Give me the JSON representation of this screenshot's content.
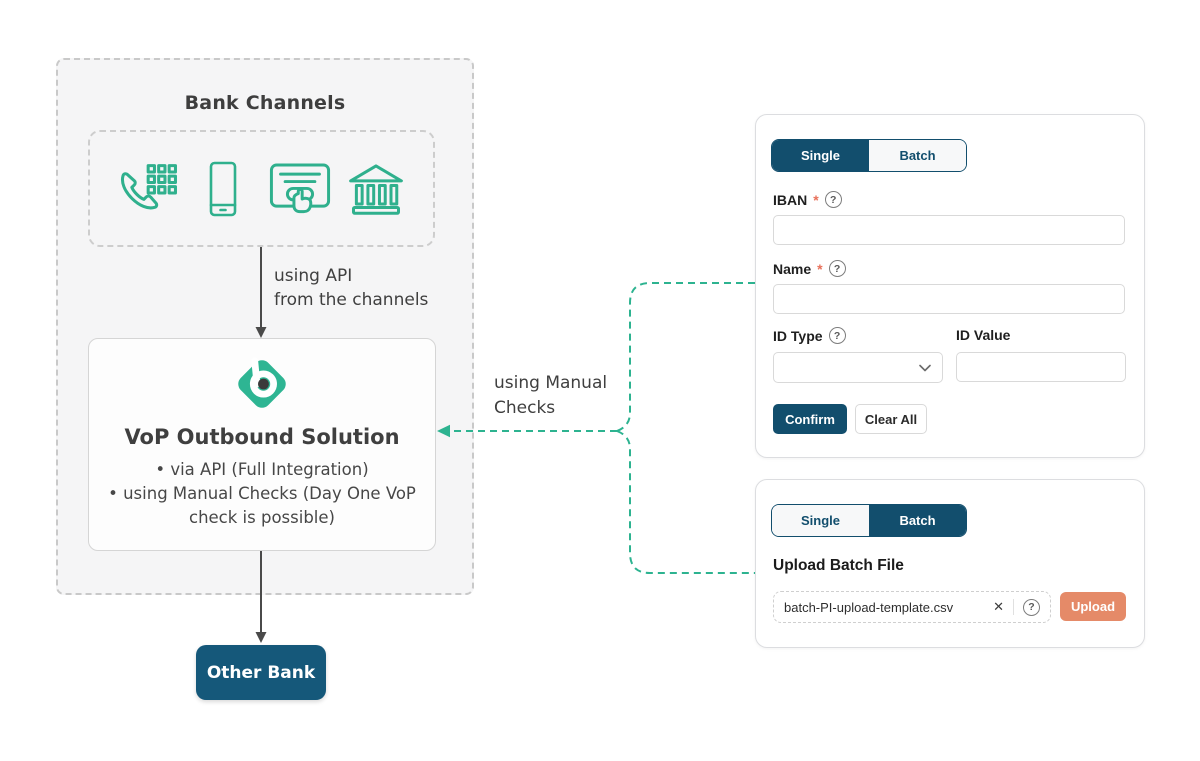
{
  "diagram": {
    "bank_channels_title": "Bank Channels",
    "api_label": {
      "line1": "using API",
      "line2": "from the channels"
    },
    "manual_label": {
      "line1": "using Manual",
      "line2": "Checks"
    },
    "vop": {
      "title": "VoP Outbound Solution",
      "bullets": [
        "via API (Full Integration)",
        "using Manual Checks (Day One VoP check is possible)"
      ]
    },
    "other_bank_label": "Other Bank"
  },
  "single_panel": {
    "tabs": {
      "single": "Single",
      "batch": "Batch"
    },
    "fields": {
      "iban": {
        "label": "IBAN",
        "required": "*",
        "value": ""
      },
      "name": {
        "label": "Name",
        "required": "*",
        "value": ""
      },
      "id_type": {
        "label": "ID Type",
        "value": ""
      },
      "id_value": {
        "label": "ID Value",
        "value": ""
      }
    },
    "buttons": {
      "confirm": "Confirm",
      "clear_all": "Clear All"
    }
  },
  "batch_panel": {
    "tabs": {
      "single": "Single",
      "batch": "Batch"
    },
    "heading": "Upload Batch File",
    "file_name": "batch-PI-upload-template.csv",
    "upload_label": "Upload"
  },
  "icons": {
    "help_glyph": "?",
    "close_glyph": "✕"
  },
  "colors": {
    "navy": "#124e6d",
    "other_bank_navy": "#15587a",
    "icon_green": "#2fb08d",
    "connector_green": "#2db390",
    "salmon": "#e58a68",
    "asterisk": "#e8705a"
  }
}
